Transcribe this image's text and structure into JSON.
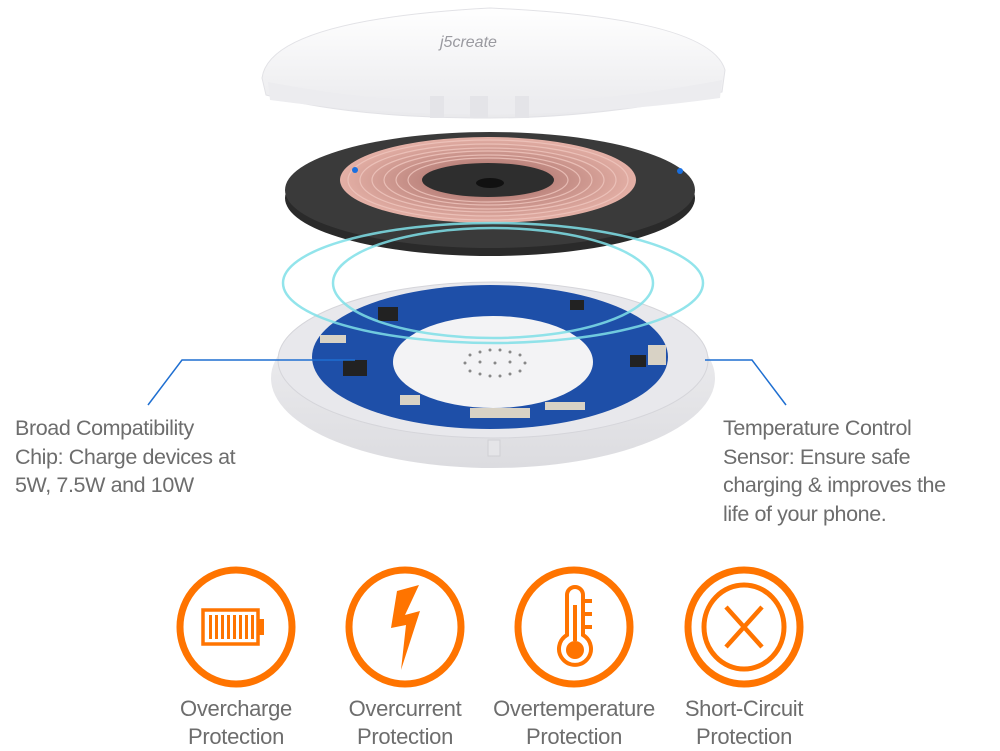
{
  "brand_logo": "j5create",
  "callouts": {
    "left": {
      "lines": [
        "Broad Compatibility",
        "Chip:  Charge devices at",
        "5W, 7.5W and 10W"
      ]
    },
    "right": {
      "lines": [
        "Temperature Control",
        "Sensor: Ensure safe",
        "charging & improves the",
        "life of your phone."
      ]
    }
  },
  "features": [
    {
      "icon": "battery-icon",
      "line1": "Overcharge",
      "line2": "Protection"
    },
    {
      "icon": "lightning-bolt-icon",
      "line1": "Overcurrent",
      "line2": "Protection"
    },
    {
      "icon": "thermometer-icon",
      "line1": "Overtemperature",
      "line2": "Protection"
    },
    {
      "icon": "x-circle-icon",
      "line1": "Short-Circuit",
      "line2": "Protection"
    }
  ],
  "colors": {
    "accent": "#ff7400",
    "callout_line": "#1f6fd1",
    "text": "#6d6d6d",
    "pcb": "#1e4fa8",
    "coil": "#d9a39a",
    "glow": "#7fe0e8"
  }
}
